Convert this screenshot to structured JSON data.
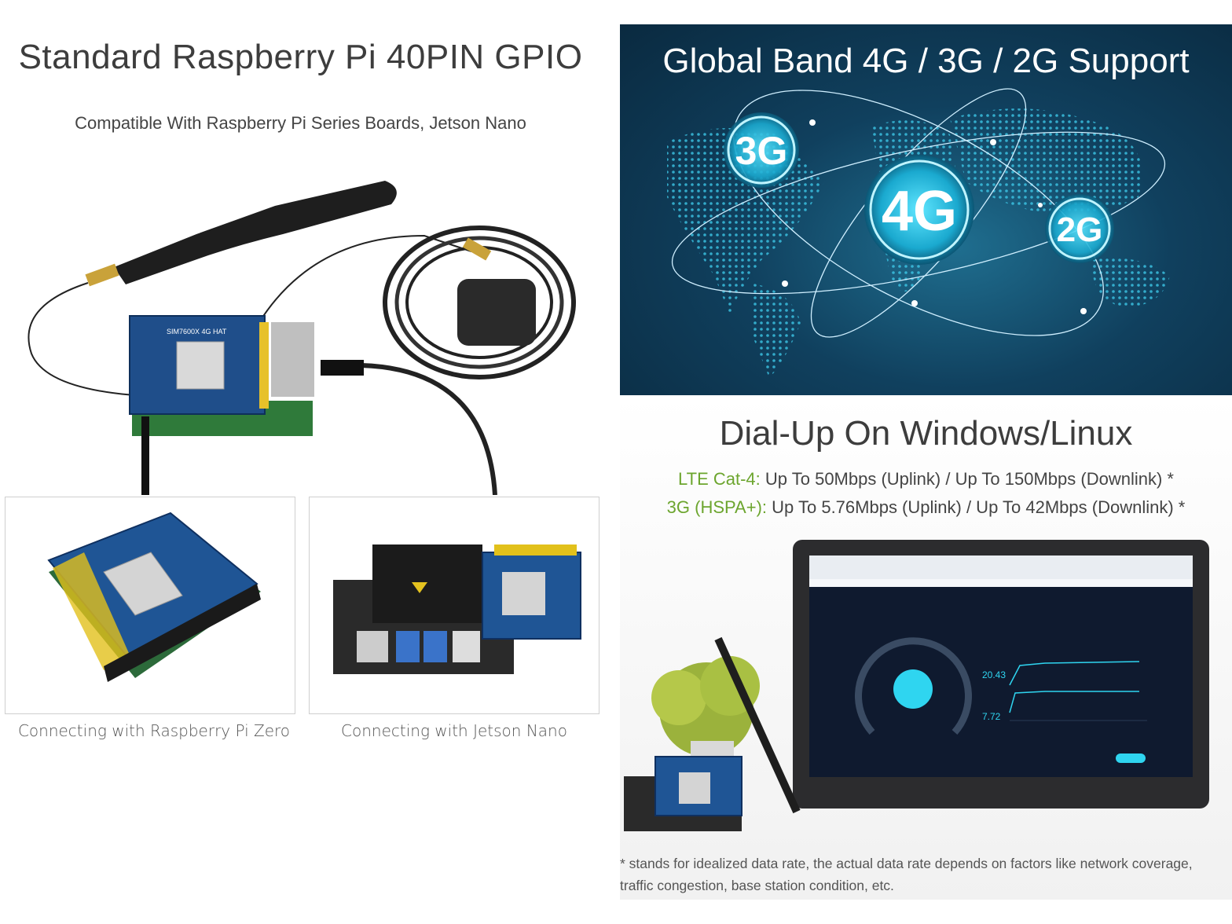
{
  "left": {
    "title": "Standard Raspberry Pi 40PIN GPIO",
    "subtitle": "Compatible With Raspberry Pi Series Boards, Jetson Nano",
    "captions": [
      "Connecting with Raspberry Pi Zero",
      "Connecting with Jetson Nano"
    ]
  },
  "band": {
    "title": "Global Band 4G / 3G / 2G Support",
    "badges": [
      "3G",
      "4G",
      "2G"
    ]
  },
  "dial": {
    "title": "Dial-Up On Windows/Linux",
    "lte_label": "LTE Cat-4:",
    "lte_text": " Up To 50Mbps (Uplink) / Up To 150Mbps (Downlink) *",
    "hspa_label": "3G (HSPA+):",
    "hspa_text": " Up To 5.76Mbps (Uplink) / Up To 42Mbps (Downlink) *",
    "footnote": "* stands for idealized data rate, the actual data rate depends on factors like network coverage, traffic congestion, base station condition, etc.",
    "screen": {
      "download_value": "20.43",
      "upload_value": "7.72"
    }
  },
  "colors": {
    "green_accent": "#6ca52e",
    "badge_cyan": "#2fd5f0",
    "band_bg": "#10405e"
  }
}
